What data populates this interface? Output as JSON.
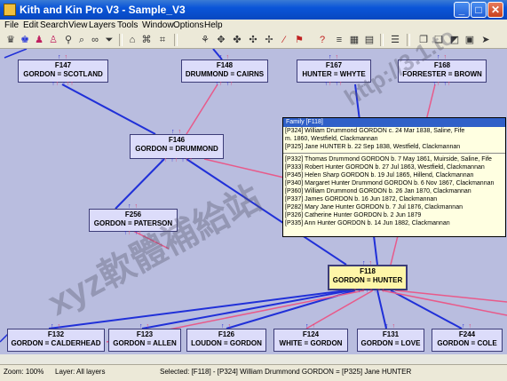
{
  "window": {
    "title": "Kith and Kin Pro V3 - Sample_V3",
    "min_label": "_",
    "max_label": "□",
    "close_label": "✕"
  },
  "menu": [
    "File",
    "Edit",
    "Search",
    "View",
    "Layers",
    "Tools",
    "Window",
    "Options",
    "Help"
  ],
  "toolbar_icons": [
    "family-tree-icon",
    "add-family-icon",
    "people-icon",
    "people-small-icon",
    "search-people-icon",
    "search-icon",
    "binoculars-icon",
    "funnel-icon",
    "home-icon",
    "building-icon",
    "tree-branch-icon",
    "tree-branch-2-icon",
    "tree-branch-3-icon",
    "tree-branch-4-icon",
    "wand-icon",
    "flag-icon",
    "help-icon",
    "list-icon",
    "calculator-icon",
    "printer-icon",
    "document-icon",
    "lines-icon",
    "copy-icon",
    "paste-icon",
    "tag-icon",
    "arrow-icon"
  ],
  "families": [
    {
      "id": "F147",
      "names": "GORDON = SCOTLAND"
    },
    {
      "id": "F148",
      "names": "DRUMMOND = CAIRNS"
    },
    {
      "id": "F167",
      "names": "HUNTER = WHYTE"
    },
    {
      "id": "F168",
      "names": "FORRESTER = BROWN"
    },
    {
      "id": "F146",
      "names": "GORDON = DRUMMOND"
    },
    {
      "id": "F256",
      "names": "GORDON = PATERSON"
    },
    {
      "id": "F118",
      "names": "GORDON = HUNTER"
    },
    {
      "id": "F132",
      "names": "GORDON = CALDERHEAD"
    },
    {
      "id": "F123",
      "names": "GORDON = ALLEN"
    },
    {
      "id": "F126",
      "names": "LOUDON = GORDON"
    },
    {
      "id": "F124",
      "names": "WHITE = GORDON"
    },
    {
      "id": "F131",
      "names": "GORDON = LOVE"
    },
    {
      "id": "F244",
      "names": "GORDON = COLE"
    }
  ],
  "popup": {
    "header": "Family [F118]",
    "parents": [
      "[P324] William Drummond GORDON c. 24 Mar 1838, Saline, Fife",
      "m. 1860, Westfield, Clackmannan",
      "[P325] Jane HUNTER b. 22 Sep 1838, Westfield, Clackmannan"
    ],
    "children": [
      "[P332] Thomas Drummond GORDON b. 7 May 1861, Muirside, Saline, Fife",
      "[P333] Robert Hunter GORDON b. 27 Jul 1863, Westfield, Clackmannan",
      "[P345] Helen Sharp GORDON b. 19 Jul 1865, Hillend, Clackmannan",
      "[P340] Margaret Hunter Drummond GORDON b. 6 Nov 1867, Clackmannan",
      "[P360] William Drummond GORDON b. 26 Jan 1870, Clackmannan",
      "[P337] James GORDON b. 16 Jun 1872, Clackmannan",
      "[P282] Mary Jane Hunter GORDON b. 7 Jul 1876, Clackmannan",
      "[P326] Catherine Hunter GORDON b. 2 Jun 1879",
      "[P335] Ann Hunter GORDON b. 14 Jun 1882, Clackmannan"
    ]
  },
  "status": {
    "zoom": "Zoom: 100%",
    "layer": "Layer: All layers",
    "selected": "Selected: [F118] - [P324] William Drummond GORDON = [P325] Jane HUNTER"
  },
  "watermark": {
    "url": "http://3.1.to",
    "text": "xyz軟體補給站"
  },
  "colors": {
    "canvas": "#b9bddf",
    "family_box": "#dcdcfa",
    "selected_box": "#fff6a8",
    "male_line": "#2030d8",
    "female_line": "#e85a8a",
    "title_bar": "#0a55d8"
  }
}
